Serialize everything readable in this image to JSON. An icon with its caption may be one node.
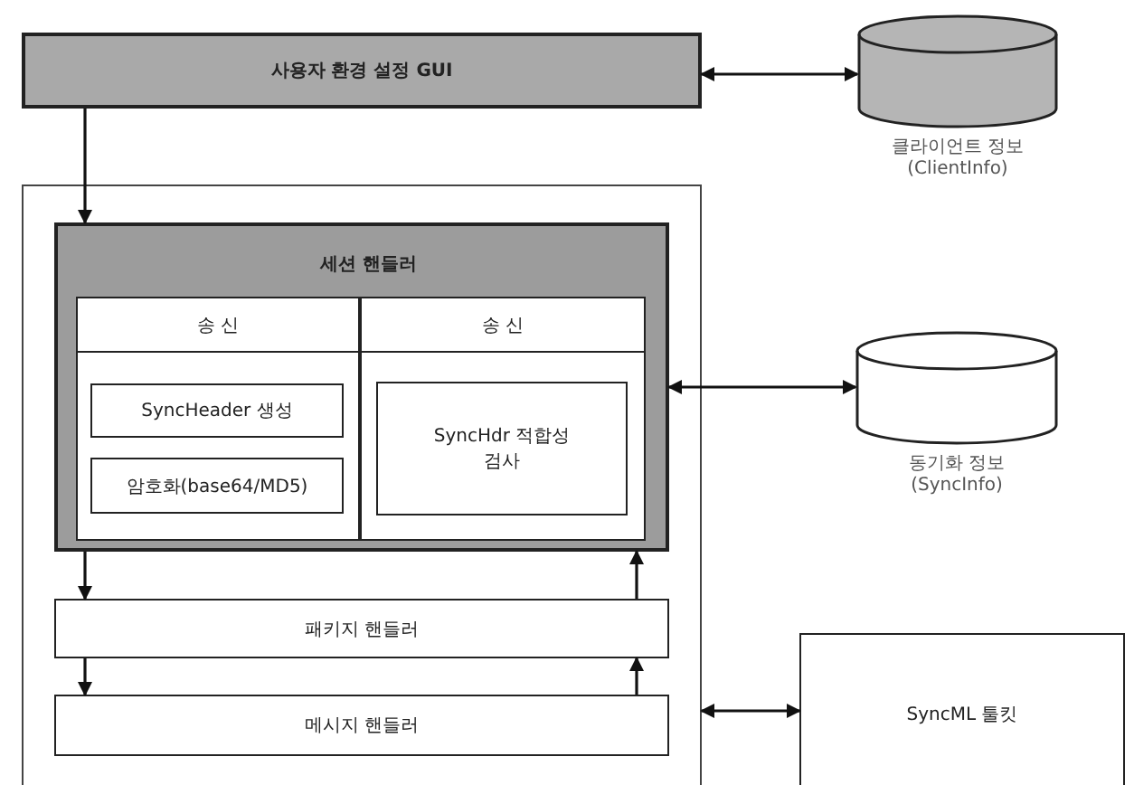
{
  "diagram": {
    "nodes": [
      {
        "text": [
          "사용자 환경 설정 GUI"
        ]
      },
      {
        "text": [
          "클라이언트 정보 (ClientInfo)"
        ]
      },
      {
        "text": [],
        "shape": "box"
      },
      {
        "text": [
          "세션 핸들러"
        ],
        "in": 2
      },
      {
        "text": [
          "송 신"
        ],
        "in": 3
      },
      {
        "text": [
          "송 신"
        ],
        "in": 3
      },
      {
        "text": [
          "SyncHeader 생성"
        ],
        "in": 4
      },
      {
        "text": [
          "암호화(base64/MD5)"
        ],
        "in": 4
      },
      {
        "text": [
          "SyncHdr 적합성 검사"
        ],
        "in": 5
      },
      {
        "text": [
          "동기화 정보 (SyncInfo)"
        ]
      },
      {
        "text": [
          "패키지 핸들러"
        ],
        "in": 2
      },
      {
        "text": [
          "메시지 핸들러"
        ],
        "in": 2
      },
      {
        "text": [
          "SyncML 툴킷"
        ]
      }
    ],
    "edges": [
      {
        "from": 0,
        "to": 1,
        "arrow": "both"
      },
      {
        "from": 0,
        "to": 3,
        "arrow": "to"
      },
      {
        "from": 3,
        "to": 9,
        "arrow": "both"
      },
      {
        "from": 3,
        "to": 10,
        "arrow": "to"
      },
      {
        "from": 10,
        "to": 3,
        "arrow": "to"
      },
      {
        "from": 10,
        "to": 11,
        "arrow": "to"
      },
      {
        "from": 11,
        "to": 10,
        "arrow": "to"
      },
      {
        "from": 2,
        "to": 12,
        "arrow": "both"
      }
    ]
  }
}
